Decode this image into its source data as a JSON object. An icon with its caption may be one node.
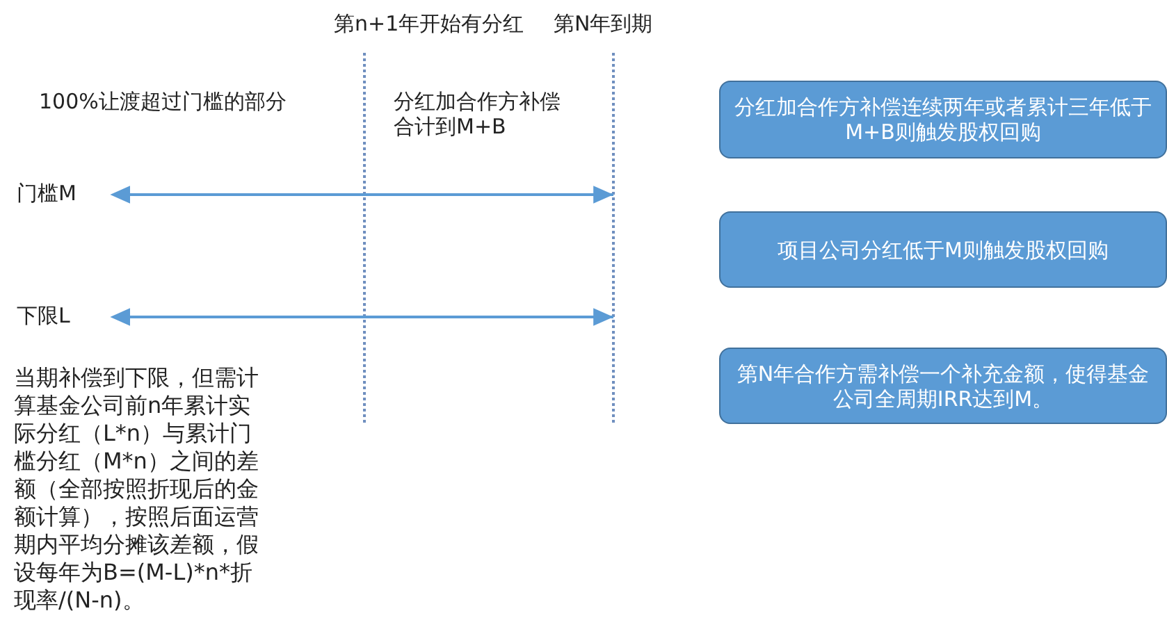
{
  "diagram": {
    "nodes": [
      {
        "text": [
          "门槛M"
        ]
      },
      {
        "text": [
          "下限L"
        ]
      },
      {
        "text": [
          "分红加合作方补偿连续两年或者累计三年低于M+B则触发股权回购"
        ]
      },
      {
        "text": [
          "项目公司分红低于M则触发股权回购"
        ]
      },
      {
        "text": [
          "第N年合作方需补偿一个补充金额，使得基金公司全周期IRR达到M。"
        ]
      }
    ],
    "edges": [
      {
        "from": 0,
        "to": null,
        "arrow": "both"
      },
      {
        "from": 1,
        "to": null,
        "arrow": "both"
      }
    ],
    "labels": [
      "第n+1年开始有分红",
      "第N年到期",
      "100%让渡超过门槛的部分",
      "分红加合作方补偿合计到M+B",
      "当期补偿到下限，但需计算基金公司前n年累计实际分红（L*n）与累计门槛分红（M*n）之间的差额（全部按照折现后的金额计算），按照后面运营期内平均分摊该差额，假设每年为B=(M-L)*n*折现率/(N-n)。"
    ]
  }
}
